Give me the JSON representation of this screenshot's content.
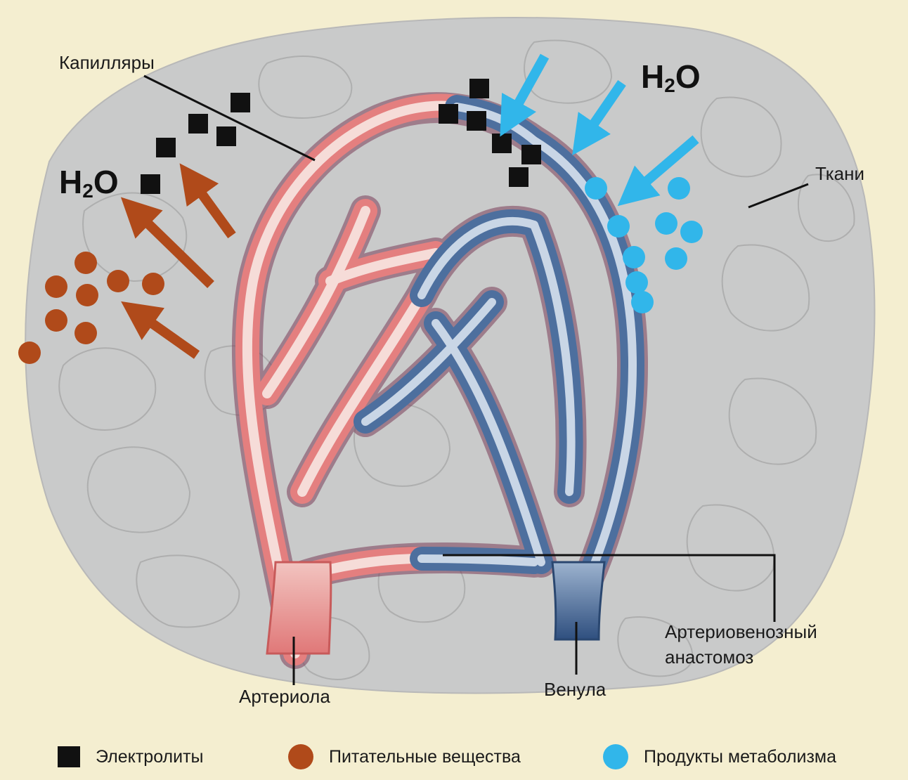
{
  "labels": {
    "capillaries": "Капилляры",
    "tissues": "Ткани",
    "arteriole": "Артериола",
    "venule": "Венула",
    "anastomosis_line1": "Артериовенозный",
    "anastomosis_line2": "анастомоз",
    "water_main": "H",
    "water_sub": "2",
    "water_tail": "O"
  },
  "legend": {
    "electrolytes": "Электролиты",
    "nutrients": "Питательные вещества",
    "metabolites": "Продукты метаболизма"
  },
  "colors": {
    "background": "#f4eed0",
    "tissue": "#c8c9c9",
    "artery": "#e07878",
    "vein": "#3d5f8e",
    "nutrient": "#b04a1a",
    "metabolite": "#31b6ea",
    "electrolyte": "#111111"
  }
}
